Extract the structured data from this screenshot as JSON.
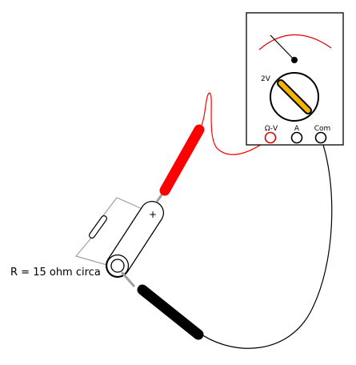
{
  "meter": {
    "range_label": "2V",
    "jacks": {
      "ohm_volt": "Ω-V",
      "amp": "A",
      "common": "Com"
    }
  },
  "battery": {
    "polarity": "+"
  },
  "resistor": {
    "note": "R = 15 ohm circa"
  },
  "colors": {
    "red_lead": "#ff0000",
    "black_lead": "#000000",
    "selector_knob": "#f4b400",
    "scale_arc": "#dd0000",
    "resistor_wire": "#a0a0a0"
  }
}
